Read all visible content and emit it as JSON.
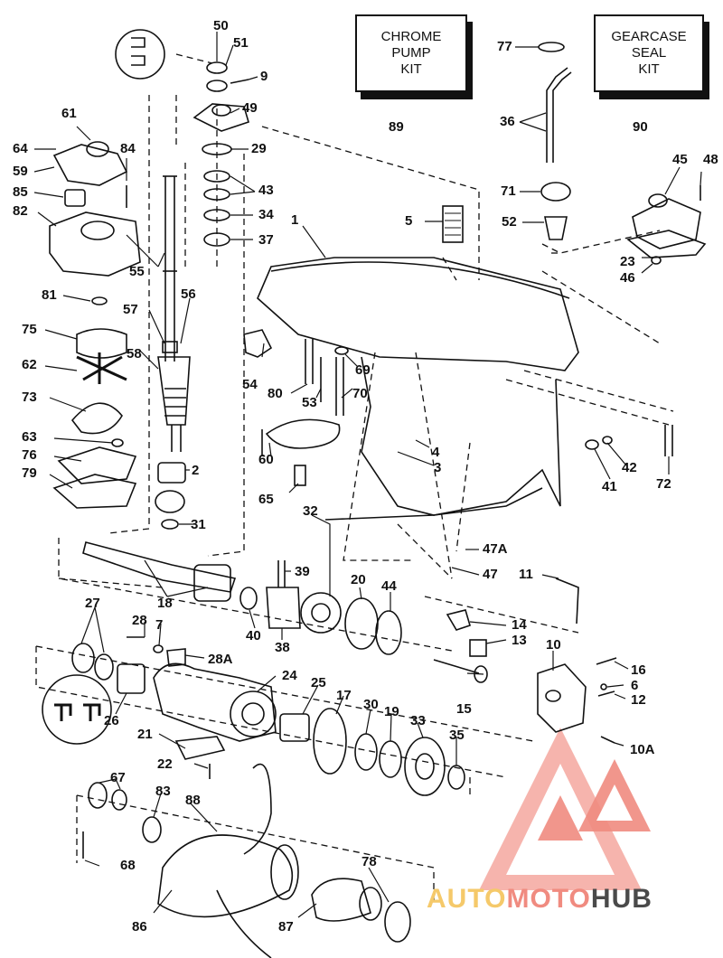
{
  "kits": {
    "chrome_pump": "CHROME\nPUMP\nKIT",
    "gearcase_seal": "GEARCASE\nSEAL\nKIT"
  },
  "watermark": {
    "part1": "AUTO",
    "part2": "MOTO",
    "part3": "HUB",
    "color_main": "#f08b80",
    "color_accent": "#f5c96a",
    "color_dark": "#4a4a4a"
  },
  "callouts": {
    "c50": "50",
    "c51": "51",
    "c9": "9",
    "c49": "49",
    "c29": "29",
    "c43": "43",
    "c34": "34",
    "c37": "37",
    "c89": "89",
    "c90": "90",
    "c77": "77",
    "c36": "36",
    "c71": "71",
    "c52": "52",
    "c45": "45",
    "c48": "48",
    "c5": "5",
    "c1": "1",
    "c23": "23",
    "c46": "46",
    "c61": "61",
    "c64": "64",
    "c84": "84",
    "c59": "59",
    "c85": "85",
    "c82": "82",
    "c55": "55",
    "c81": "81",
    "c57": "57",
    "c56": "56",
    "c75": "75",
    "c58": "58",
    "c62": "62",
    "c54": "54",
    "c80": "80",
    "c53": "53",
    "c69": "69",
    "c70": "70",
    "c73": "73",
    "c63": "63",
    "c76": "76",
    "c79": "79",
    "c2": "2",
    "c4": "4",
    "c3": "3",
    "c60": "60",
    "c65": "65",
    "c42": "42",
    "c41": "41",
    "c72": "72",
    "c31": "31",
    "c32": "32",
    "c47A": "47A",
    "c47": "47",
    "c11": "11",
    "c39": "39",
    "c18": "18",
    "c20": "20",
    "c44": "44",
    "c40": "40",
    "c38": "38",
    "c14": "14",
    "c13": "13",
    "c27": "27",
    "c28": "28",
    "c7": "7",
    "c28A": "28A",
    "c24": "24",
    "c10": "10",
    "c16": "16",
    "c6": "6",
    "c12": "12",
    "c15": "15",
    "c26": "26",
    "c25": "25",
    "c17": "17",
    "c30": "30",
    "c19": "19",
    "c33": "33",
    "c35": "35",
    "c21": "21",
    "c22": "22",
    "c10A": "10A",
    "c67": "67",
    "c83": "83",
    "c88": "88",
    "c68": "68",
    "c78": "78",
    "c86": "86",
    "c87": "87"
  }
}
